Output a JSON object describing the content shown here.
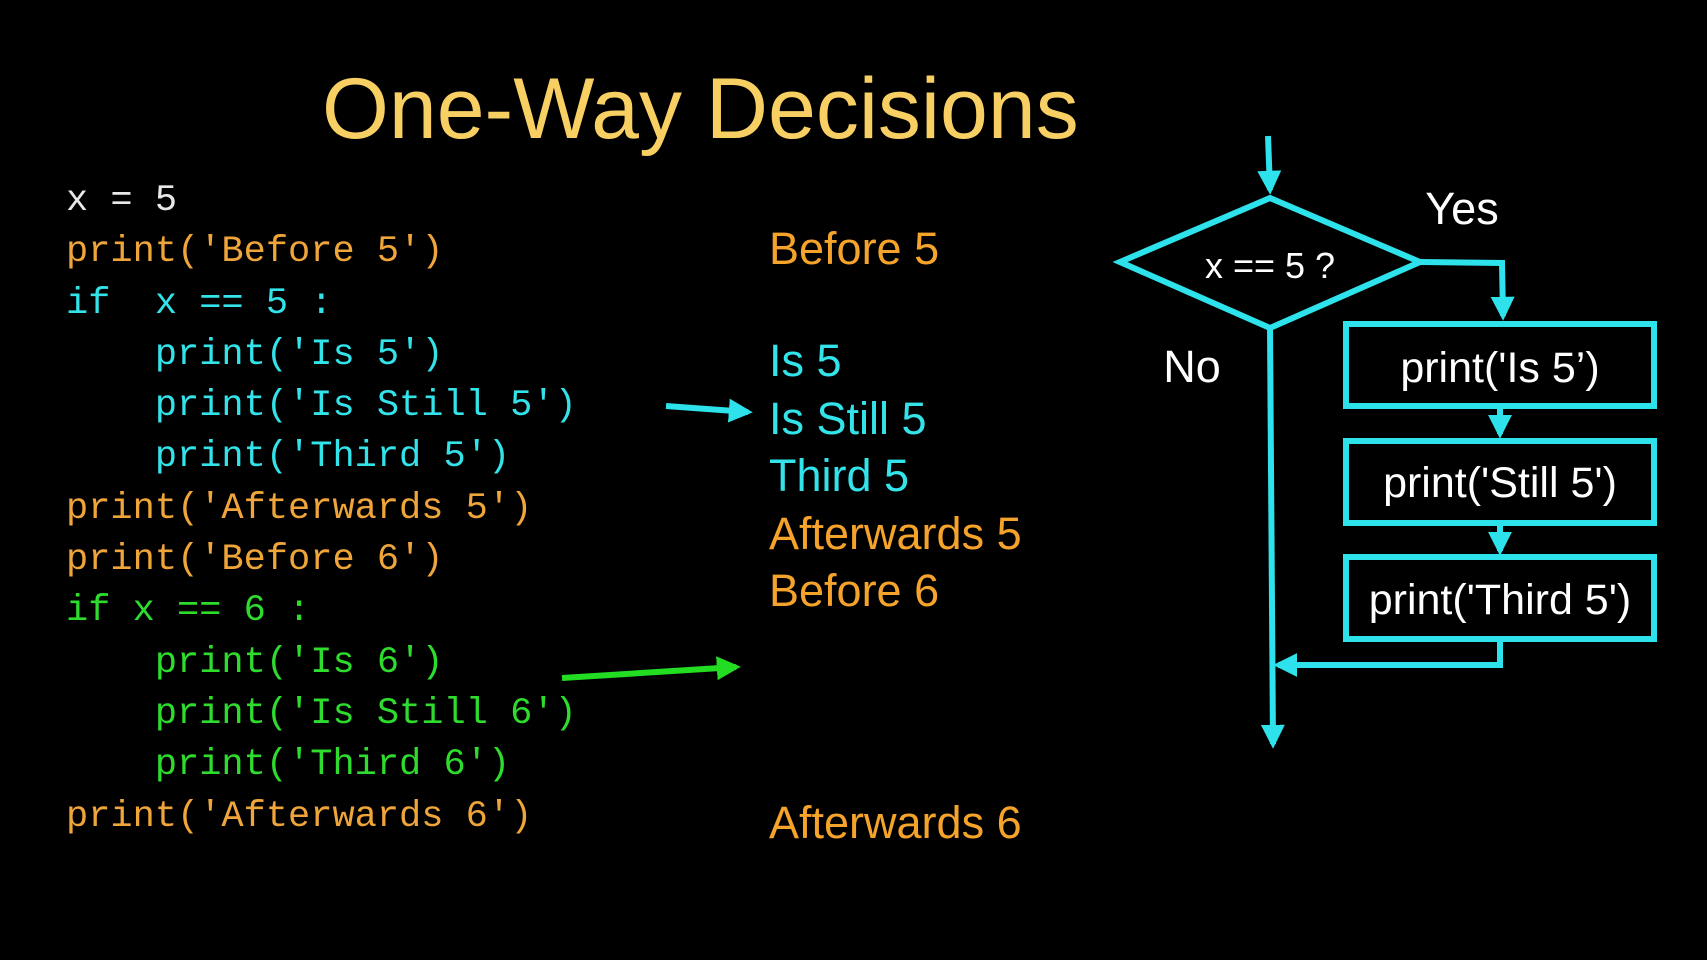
{
  "title": "One-Way Decisions",
  "code_lines": [
    {
      "text": "x = 5",
      "color": "#e8e8e8"
    },
    {
      "text": "print('Before 5')",
      "color": "#f0a53a"
    },
    {
      "text": "if  x == 5 :",
      "color": "#33e3ea"
    },
    {
      "text": "    print('Is 5')",
      "color": "#33e3ea"
    },
    {
      "text": "    print('Is Still 5')",
      "color": "#33e3ea"
    },
    {
      "text": "    print('Third 5')",
      "color": "#33e3ea"
    },
    {
      "text": "print('Afterwards 5')",
      "color": "#f0a53a"
    },
    {
      "text": "print('Before 6')",
      "color": "#f0a53a"
    },
    {
      "text": "if x == 6 :",
      "color": "#2edc2e"
    },
    {
      "text": "    print('Is 6')",
      "color": "#2edc2e"
    },
    {
      "text": "    print('Is Still 6')",
      "color": "#2edc2e"
    },
    {
      "text": "    print('Third 6')",
      "color": "#2edc2e"
    },
    {
      "text": "print('Afterwards 6')",
      "color": "#f0a53a"
    }
  ],
  "output_lines": [
    {
      "text": "Before 5",
      "color": "#f5a32b"
    },
    {
      "text": "Is 5",
      "color": "#33e3ea"
    },
    {
      "text": "Is Still 5",
      "color": "#33e3ea"
    },
    {
      "text": "Third 5",
      "color": "#33e3ea"
    },
    {
      "text": "Afterwards 5",
      "color": "#f5a32b"
    },
    {
      "text": "Before 6",
      "color": "#f5a32b"
    },
    {
      "text": "Afterwards 6",
      "color": "#f5a32b"
    }
  ],
  "flowchart": {
    "decision": "x == 5 ?",
    "yes_label": "Yes",
    "no_label": "No",
    "boxes": [
      "print('Is 5’)",
      "print('Still 5')",
      "print('Third 5')"
    ],
    "line_color": "#2de2ea"
  },
  "arrow_colors": {
    "cyan": "#2de2ea",
    "green": "#22dd22"
  }
}
